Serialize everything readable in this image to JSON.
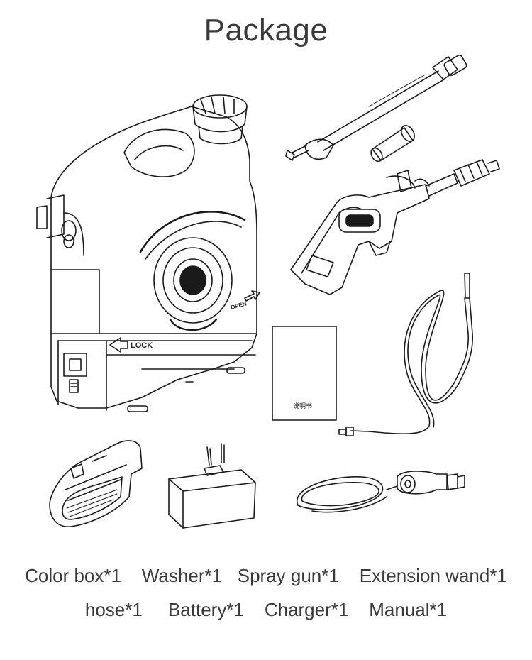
{
  "title": "Package",
  "items_line1": [
    "Color box*1",
    "Washer*1",
    "Spray gun*1",
    "Extension wand*1"
  ],
  "items_line2": [
    "hose*1",
    "Battery*1",
    "Charger*1",
    "Manual*1"
  ],
  "washer_labels": {
    "lock": "LOCK",
    "open": "OPEN"
  },
  "manual_label": "说明书",
  "illustrations": [
    "washer-illustration",
    "extension-wand-illustration",
    "spray-gun-illustration",
    "manual-illustration",
    "hose-illustration",
    "battery-illustration",
    "charger-illustration",
    "car-charger-cable-illustration"
  ]
}
